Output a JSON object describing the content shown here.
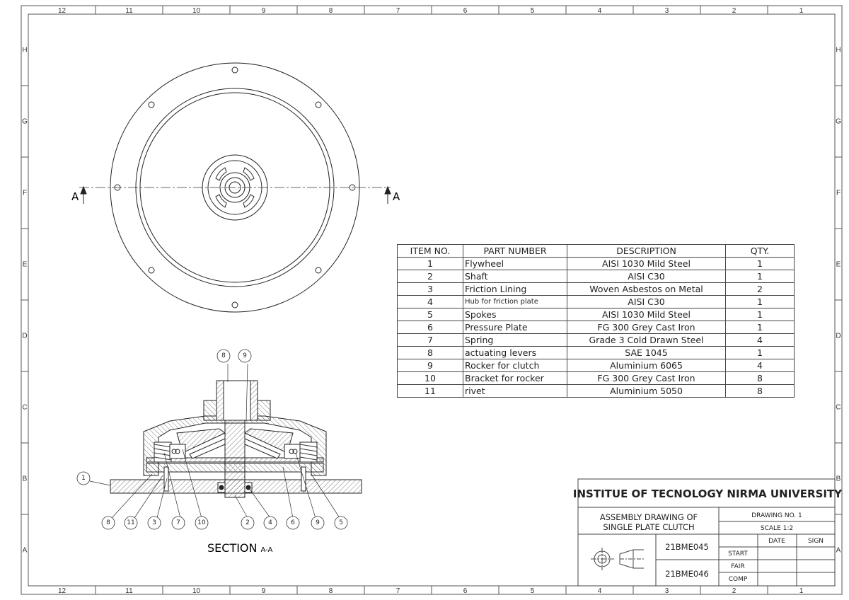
{
  "zones": {
    "columns": [
      "12",
      "11",
      "10",
      "9",
      "8",
      "7",
      "6",
      "5",
      "4",
      "3",
      "2",
      "1"
    ],
    "rows": [
      "H",
      "G",
      "F",
      "E",
      "D",
      "C",
      "B",
      "A"
    ]
  },
  "section_marker": {
    "letter": "A"
  },
  "section_title": {
    "main": "SECTION",
    "suffix": "A-A"
  },
  "callouts": {
    "top": [
      "8",
      "9"
    ],
    "left": "1",
    "bottom": [
      "8",
      "11",
      "3",
      "7",
      "10",
      "2",
      "4",
      "6",
      "9",
      "5"
    ]
  },
  "bom": {
    "headers": {
      "item": "ITEM NO.",
      "part": "PART NUMBER",
      "desc": "DESCRIPTION",
      "qty": "QTY."
    },
    "rows": [
      {
        "item": "1",
        "part": "Flywheel",
        "desc": "AISI 1030 Mild Steel",
        "qty": "1"
      },
      {
        "item": "2",
        "part": "Shaft",
        "desc": "AISI C30",
        "qty": "1"
      },
      {
        "item": "3",
        "part": "Friction Lining",
        "desc": "Woven Asbestos on Metal",
        "qty": "2"
      },
      {
        "item": "4",
        "part": "Hub for friction plate",
        "desc": "AISI C30",
        "qty": "1"
      },
      {
        "item": "5",
        "part": "Spokes",
        "desc": "AISI 1030 Mild Steel",
        "qty": "1"
      },
      {
        "item": "6",
        "part": "Pressure Plate",
        "desc": "FG 300 Grey Cast Iron",
        "qty": "1"
      },
      {
        "item": "7",
        "part": "Spring",
        "desc": "Grade 3 Cold Drawn Steel",
        "qty": "4"
      },
      {
        "item": "8",
        "part": "actuating levers",
        "desc": "SAE 1045",
        "qty": "1"
      },
      {
        "item": "9",
        "part": "Rocker for clutch",
        "desc": "Aluminium 6065",
        "qty": "4"
      },
      {
        "item": "10",
        "part": "Bracket for rocker",
        "desc": "FG 300 Grey Cast Iron",
        "qty": "8"
      },
      {
        "item": "11",
        "part": "rivet",
        "desc": "Aluminium 5050",
        "qty": "8"
      }
    ]
  },
  "title_block": {
    "institution": "INSTITUE OF TECNOLOGY NIRMA UNIVERSITY",
    "title_line1": "ASSEMBLY DRAWING OF",
    "title_line2": "SINGLE PLATE CLUTCH",
    "drawing_no": "DRAWING NO. 1",
    "scale": "SCALE 1:2",
    "date_label": "DATE",
    "sign_label": "SIGN",
    "id1": "21BME045",
    "id2": "21BME046",
    "start": "START",
    "fair": "FAIR",
    "comp": "COMP"
  }
}
